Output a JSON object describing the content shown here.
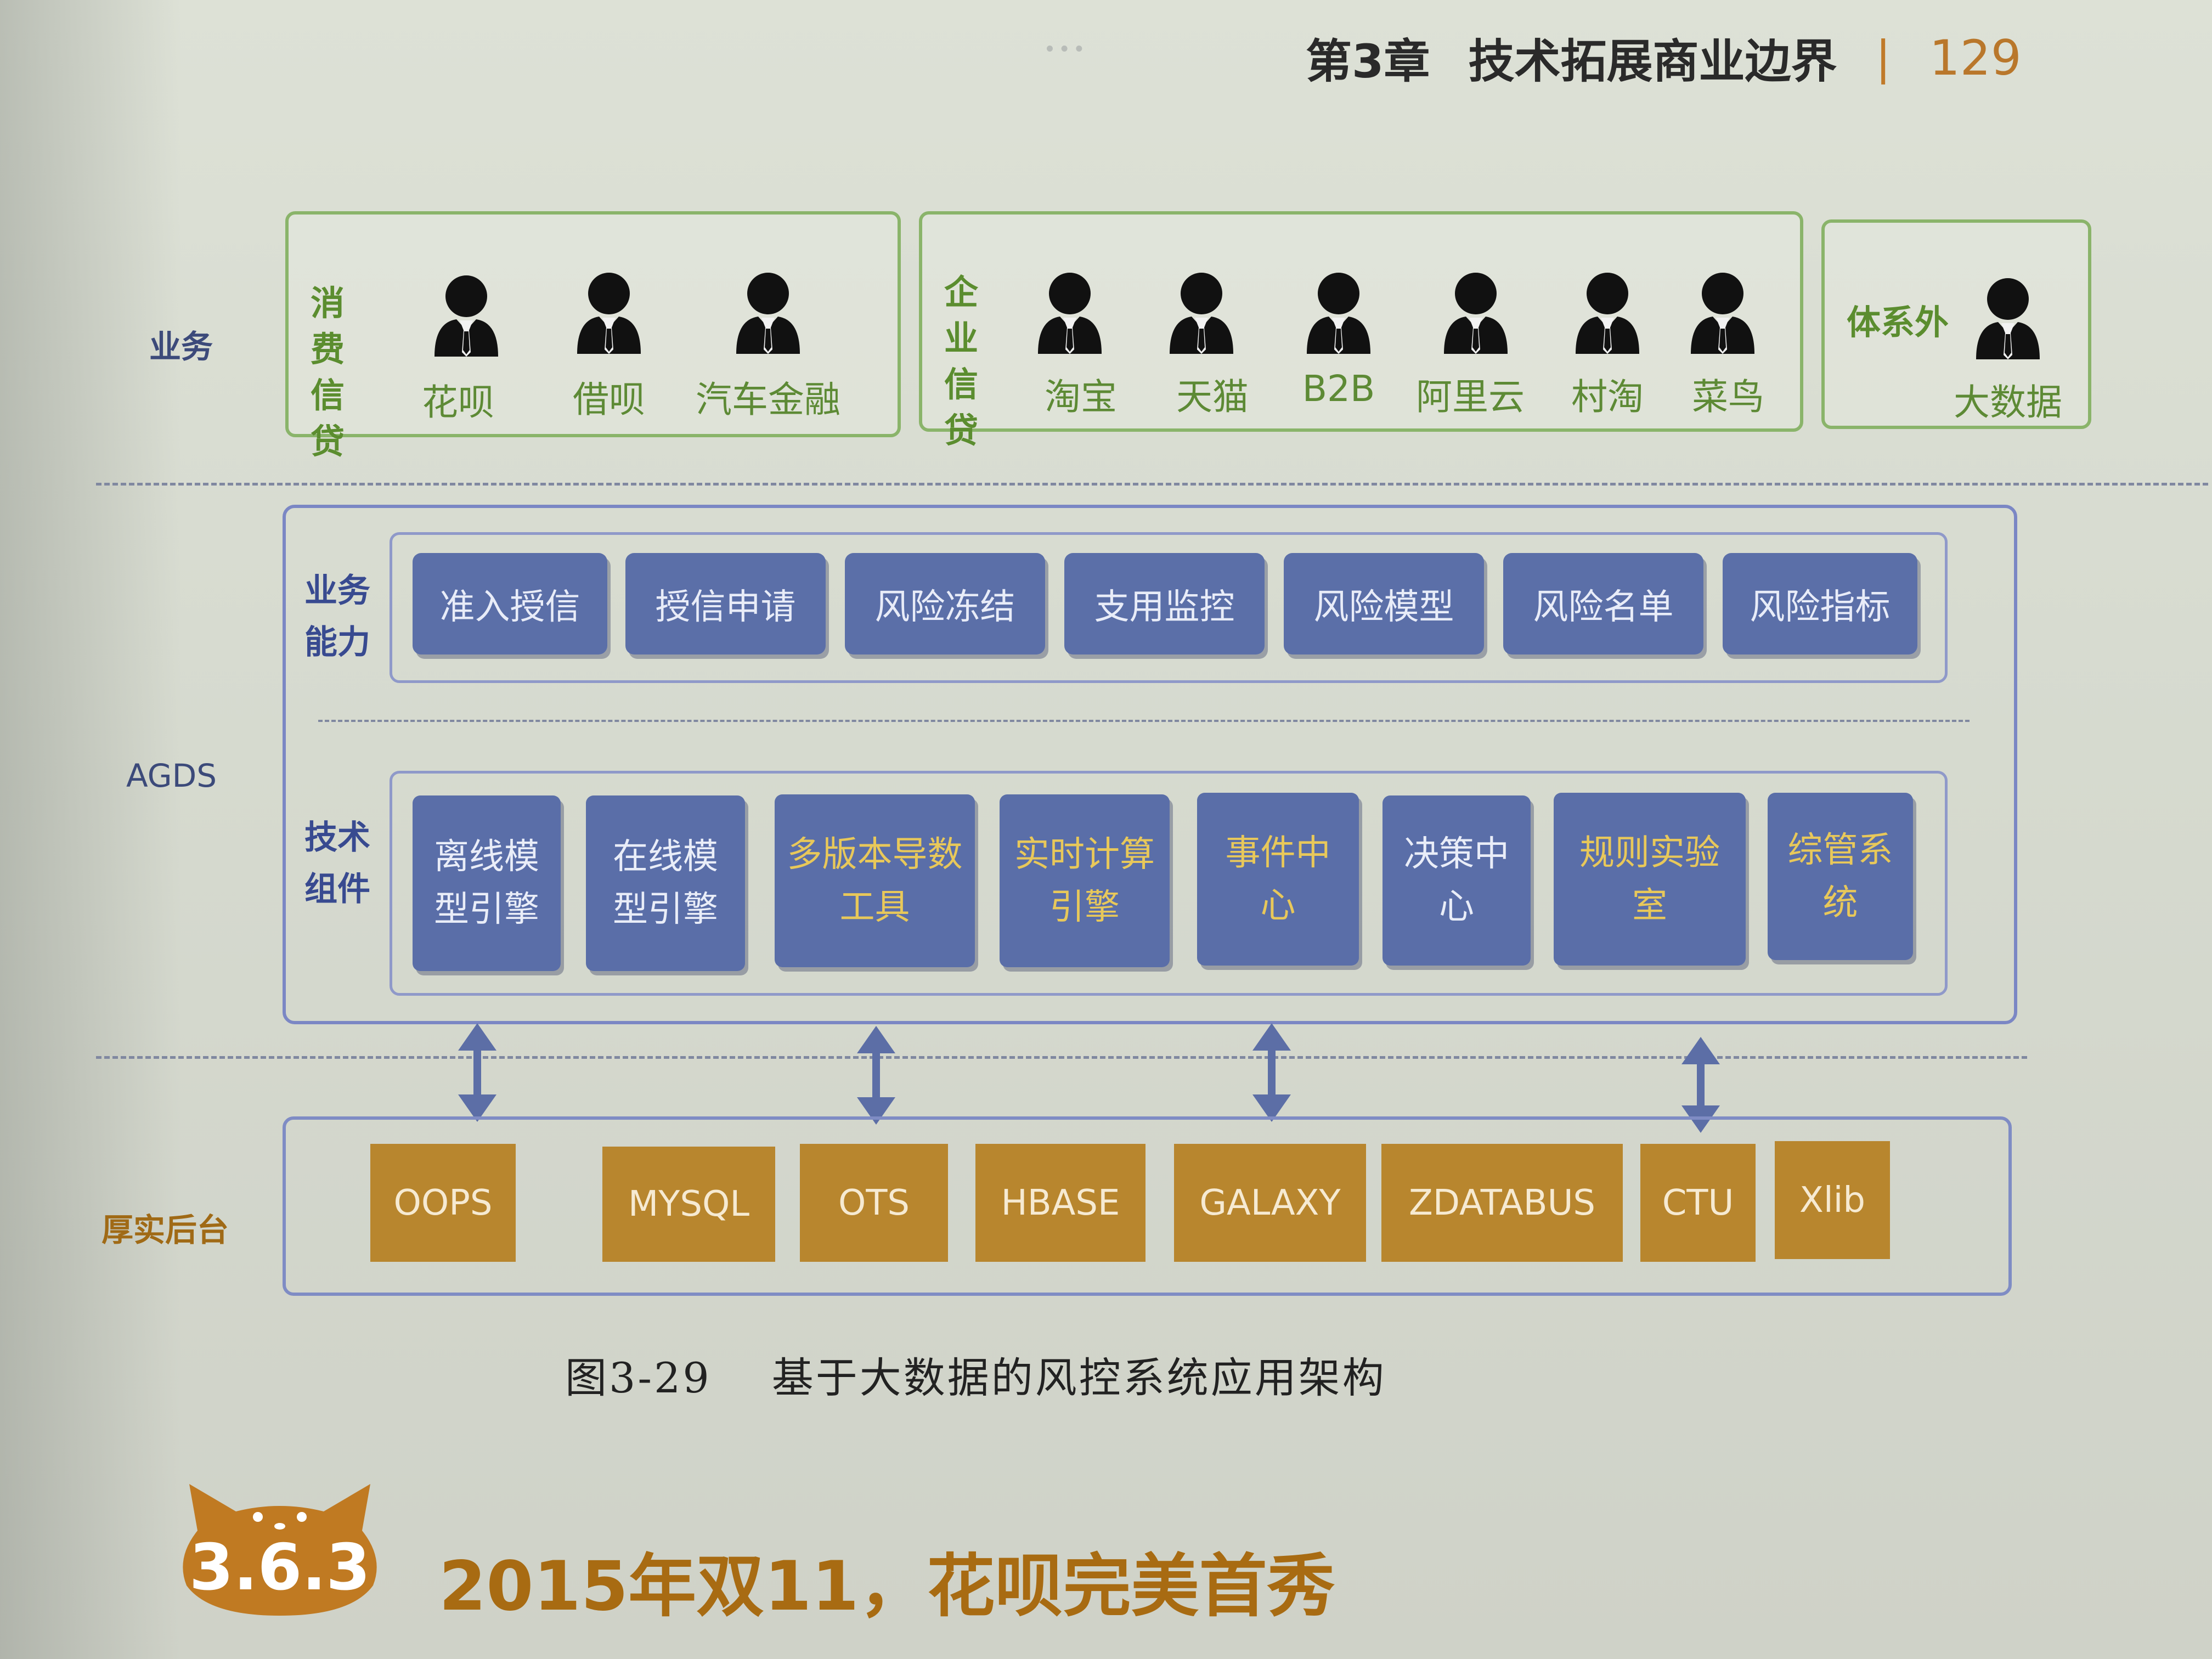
{
  "header": {
    "chapter": "第3章",
    "title": "技术拓展商业边界",
    "separator": "|",
    "page_number": "129"
  },
  "zones": {
    "business": "业务",
    "agds": "AGDS",
    "backend": "厚实后台"
  },
  "consumer_credit": {
    "title": "消费信贷",
    "items": [
      "花呗",
      "借呗",
      "汽车金融"
    ]
  },
  "enterprise_credit": {
    "title": "企业信贷",
    "items": [
      "淘宝",
      "天猫",
      "B2B",
      "阿里云",
      "村淘",
      "菜鸟"
    ]
  },
  "outside_system": {
    "title": "体系外",
    "items": [
      "大数据"
    ]
  },
  "business_capability": {
    "label": "业务能力",
    "items": [
      "准入授信",
      "授信申请",
      "风险冻结",
      "支用监控",
      "风险模型",
      "风险名单",
      "风险指标"
    ]
  },
  "tech_components": {
    "label": "技术组件",
    "items": [
      "离线模型引擎",
      "在线模型引擎",
      "多版本导数工具",
      "实时计算引擎",
      "事件中心",
      "决策中心",
      "规则实验室",
      "综管系统"
    ]
  },
  "backend_items": [
    "OOPS",
    "MYSQL",
    "OTS",
    "HBASE",
    "GALAXY",
    "ZDATABUS",
    "CTU",
    "Xlib"
  ],
  "figure_caption": {
    "number": "图3-29",
    "text": "基于大数据的风控系统应用架构"
  },
  "section": {
    "number": "3.6.3",
    "title": "2015年双11，花呗完美首秀"
  },
  "colors": {
    "green": "#8ab46a",
    "blue_card": "#5a6ea8",
    "gold": "#b8862e",
    "heading_orange": "#a86b12"
  }
}
